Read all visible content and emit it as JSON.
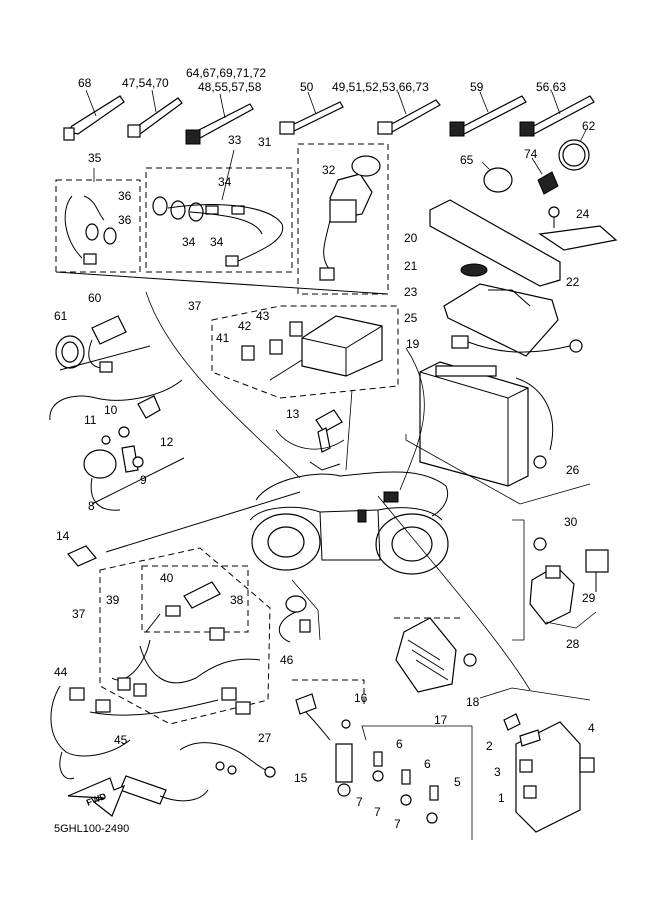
{
  "diagram_code": "5GHL100-2490",
  "fwd_label": "FWD",
  "callouts": {
    "c68": "68",
    "c47_54_70": "47,54,70",
    "c64_group": "64,67,69,71,72",
    "c48_group": "48,55,57,58",
    "c50": "50",
    "c49_group": "49,51,52,53,66,73",
    "c59": "59",
    "c56_63": "56,63",
    "c62": "62",
    "c65": "65",
    "c74": "74",
    "c24": "24",
    "c20": "20",
    "c21": "21",
    "c22": "22",
    "c23": "23",
    "c25": "25",
    "c19": "19",
    "c26": "26",
    "c35": "35",
    "c36a": "36",
    "c36b": "36",
    "c33": "33",
    "c34a": "34",
    "c34b": "34",
    "c34c": "34",
    "c31": "31",
    "c32": "32",
    "c37a": "37",
    "c43": "43",
    "c42": "42",
    "c41": "41",
    "c60": "60",
    "c61": "61",
    "c10": "10",
    "c11": "11",
    "c12": "12",
    "c13": "13",
    "c8": "8",
    "c9": "9",
    "c14": "14",
    "c30": "30",
    "c29": "29",
    "c28": "28",
    "c40": "40",
    "c39": "39",
    "c38": "38",
    "c37b": "37",
    "c46": "46",
    "c44": "44",
    "c45": "45",
    "c27": "27",
    "c16": "16",
    "c15": "15",
    "c6a": "6",
    "c6b": "6",
    "c5": "5",
    "c7a": "7",
    "c7b": "7",
    "c7c": "7",
    "c18": "18",
    "c17": "17",
    "c2": "2",
    "c3": "3",
    "c4": "4",
    "c1": "1"
  }
}
